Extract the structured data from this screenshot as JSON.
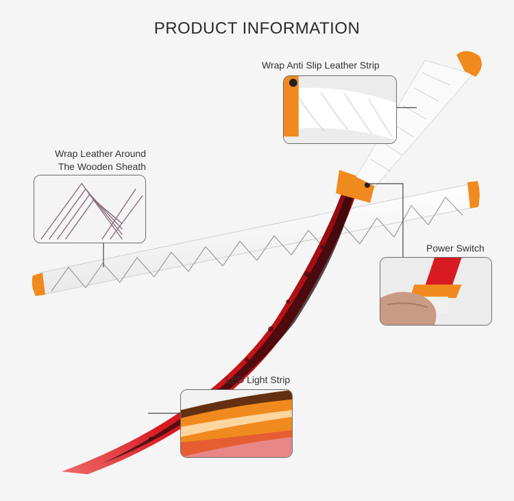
{
  "header": {
    "title": "PRODUCT INFORMATION"
  },
  "features": [
    {
      "label": "Wrap Anti Slip Leather Strip"
    },
    {
      "label_lines": [
        "Wrap Leather Around",
        "The Wooden Sheath"
      ]
    },
    {
      "label": "Power Switch"
    },
    {
      "label": "LED Light Strip"
    }
  ],
  "colors": {
    "accent_orange": "#f08a1e",
    "blade_red": "#d81a22",
    "blade_dark": "#2a0a0c",
    "wrap_white": "#fafafa",
    "line_gray": "#444444"
  },
  "icons": [
    "sword-illustration",
    "sheath-illustration"
  ]
}
